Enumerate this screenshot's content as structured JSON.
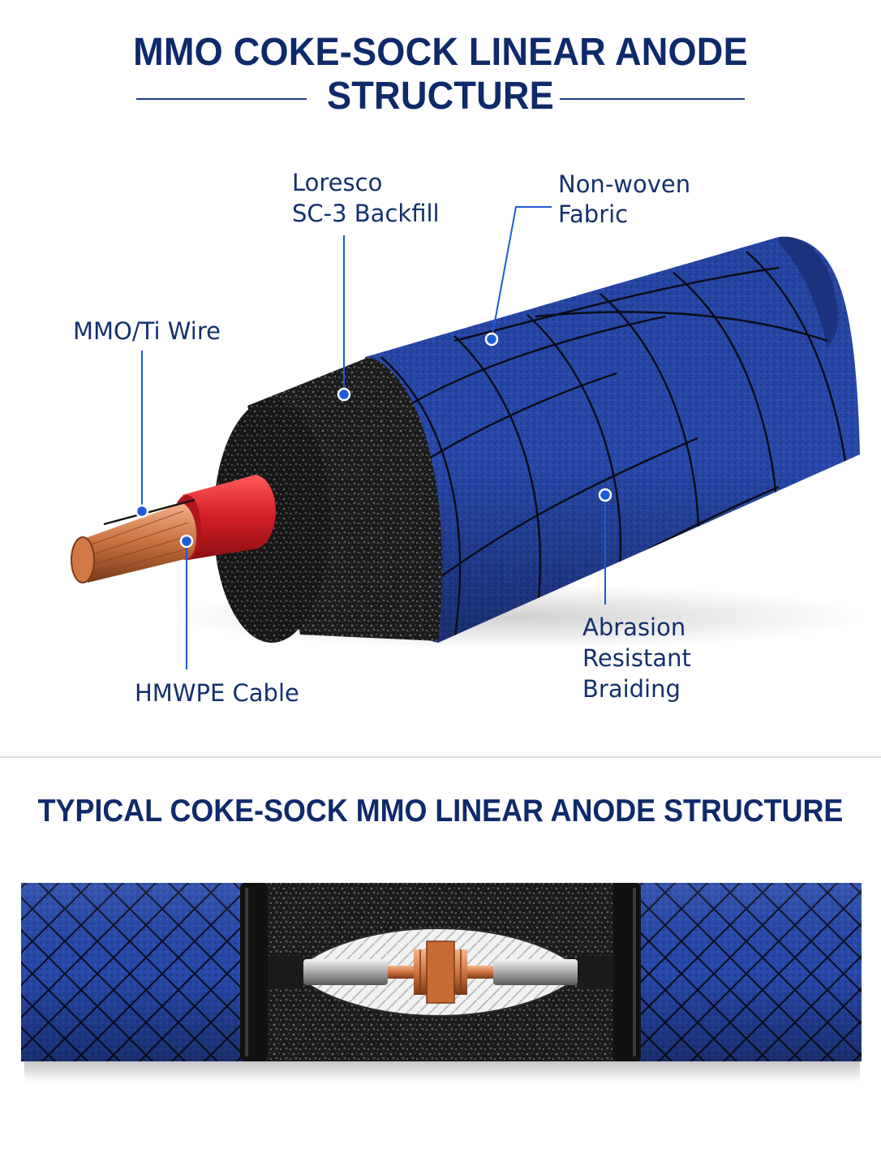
{
  "header": {
    "title_line_1": "MMO COKE-SOCK LINEAR ANODE",
    "title_line_2": "STRUCTURE"
  },
  "callouts": {
    "mmo_ti_wire": "MMO/Ti Wire",
    "backfill_line_1": "Loresco",
    "backfill_line_2": "SC-3 Backfill",
    "fabric_line_1": "Non-woven",
    "fabric_line_2": "Fabric",
    "hmwpe_cable": "HMWPE Cable",
    "braiding_line_1": "Abrasion",
    "braiding_line_2": "Resistant",
    "braiding_line_3": "Braiding"
  },
  "section_2": {
    "title": "TYPICAL COKE-SOCK MMO LINEAR ANODE STRUCTURE"
  },
  "colors": {
    "title_navy": "#0e2a6b",
    "fabric_blue": "#2440a0",
    "coke_black": "#1a1a1a",
    "copper": "#c8703e",
    "insulation_red": "#d21f26",
    "leader_blue": "#1e5bd6"
  }
}
